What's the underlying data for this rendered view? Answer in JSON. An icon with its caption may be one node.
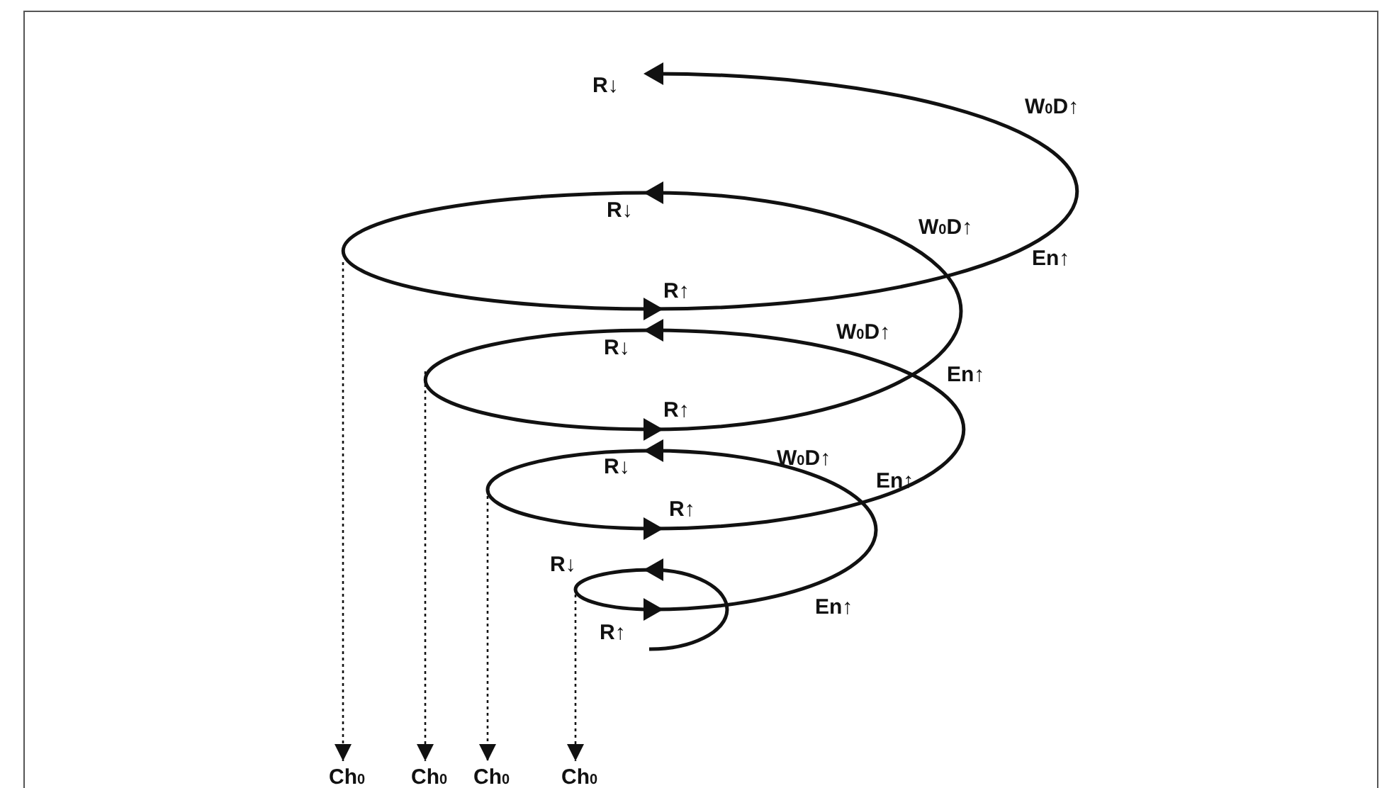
{
  "diagram": {
    "nodes": [
      {
        "text": [],
        "shape": "spiral"
      },
      {
        "text": [
          "Ch$_{0}$"
        ]
      },
      {
        "text": [
          "Ch$_{0}$"
        ]
      },
      {
        "text": [
          "Ch$_{0}$"
        ]
      },
      {
        "text": [
          "Ch$_{0}$"
        ]
      }
    ],
    "edges": [
      {
        "from": 0,
        "to": 1,
        "arrow": "to",
        "style": "dashed"
      },
      {
        "from": 0,
        "to": 2,
        "arrow": "to",
        "style": "dashed"
      },
      {
        "from": 0,
        "to": 3,
        "arrow": "to",
        "style": "dashed"
      },
      {
        "from": 0,
        "to": 4,
        "arrow": "to",
        "style": "dashed"
      }
    ],
    "labels": [
      "R↓",
      "W$_{0}$D↑",
      "R↓",
      "W$_{0}$D↑",
      "En↑",
      "R↑",
      "R↓",
      "W$_{0}$D↑",
      "En↑",
      "R↑",
      "W$_{0}$D↑",
      "R↓",
      "En↑",
      "R↑",
      "R↓",
      "En↑",
      "R↑"
    ]
  }
}
